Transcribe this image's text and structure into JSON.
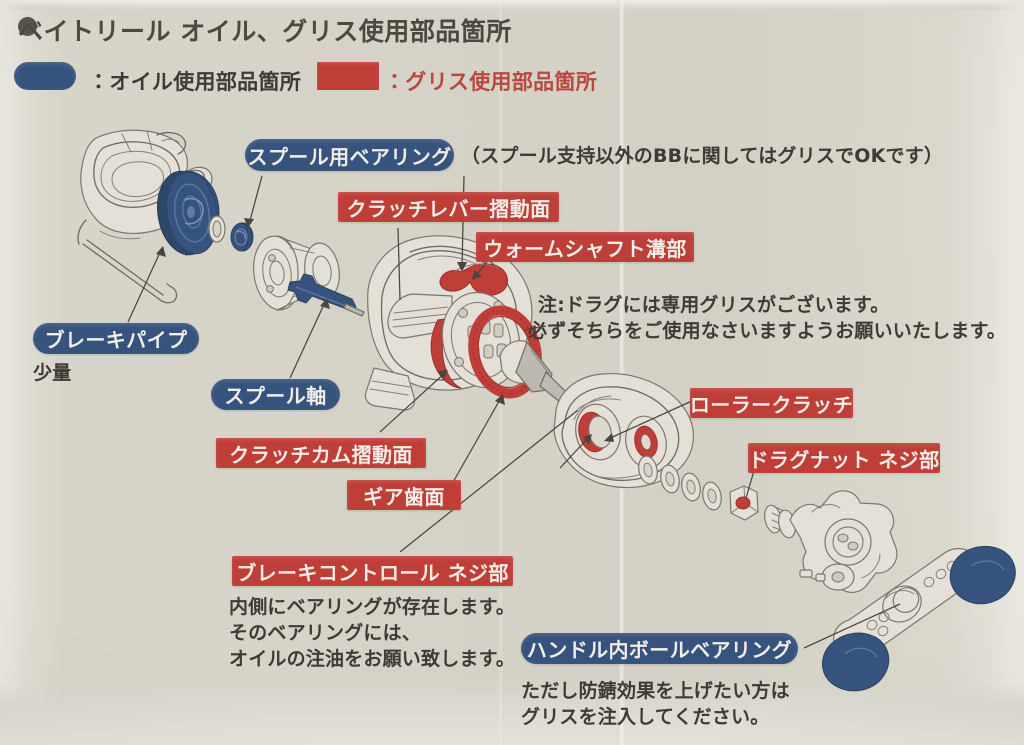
{
  "header": {
    "bullet": "filled-circle-bullet",
    "title": "ベイトリール オイル、グリス使用部品箇所"
  },
  "legend": {
    "oil": {
      "swatch_color": "#33517d",
      "shape": "rounded-pill",
      "text": "：オイル使用部品箇所"
    },
    "grease": {
      "swatch_color": "#bf3b35",
      "shape": "rectangle",
      "text": "：グリス使用部品箇所"
    }
  },
  "labels": {
    "spool_bearing": {
      "text": "スプール用ベアリング",
      "type": "oil"
    },
    "spool_bearing_note": "（スプール支持以外のBBに関してはグリスでOKです）",
    "clutch_lever": {
      "text": "クラッチレバー摺動面",
      "type": "grease"
    },
    "worm_shaft": {
      "text": "ウォームシャフト溝部",
      "type": "grease"
    },
    "brake_pipe": {
      "text": "ブレーキパイプ",
      "type": "oil"
    },
    "brake_pipe_note": "少量",
    "spool_shaft": {
      "text": "スプール軸",
      "type": "oil"
    },
    "clutch_cam": {
      "text": "クラッチカム摺動面",
      "type": "grease"
    },
    "gear_teeth": {
      "text": "ギア歯面",
      "type": "grease"
    },
    "brake_control": {
      "text": "ブレーキコントロール ネジ部",
      "type": "grease"
    },
    "roller_clutch": {
      "text": "ローラークラッチ",
      "type": "grease"
    },
    "drag_nut": {
      "text": "ドラグナット ネジ部",
      "type": "grease"
    },
    "handle_bearing": {
      "text": "ハンドル内ボールベアリング",
      "type": "oil"
    }
  },
  "notes": {
    "drag_grease": {
      "line1": "注:ドラグには専用グリスがございます。",
      "line2": "必ずそちらをご使用なさいますようお願いいたします。"
    },
    "brake_control": {
      "line1": "内側にベアリングが存在します。",
      "line2": "そのベアリングには、",
      "line3": "オイルの注油をお願い致します。"
    },
    "handle_bearing": {
      "line1": "ただし防錆効果を上げたい方は",
      "line2": "グリスを注入してください。"
    }
  },
  "colors": {
    "oil_blue": "#33517d",
    "grease_red": "#bf3b35",
    "paper": "#d6d3c8",
    "ink": "#6f6a60",
    "text": "#3c3830"
  },
  "diagram": {
    "title": "exploded-view-baitcasting-reel",
    "parts": [
      "left-side-plate",
      "palming-side-cup",
      "spool-bearing-ring",
      "spool-bearing",
      "spool",
      "spool-shaft",
      "main-frame-body",
      "clutch-lever",
      "worm-shaft-groove",
      "clutch-cam",
      "drive-gear",
      "pinion-shaft",
      "right-side-plate",
      "roller-clutch",
      "drag-washers",
      "drag-nut",
      "star-drag",
      "handle-arm",
      "handle-knobs"
    ]
  }
}
